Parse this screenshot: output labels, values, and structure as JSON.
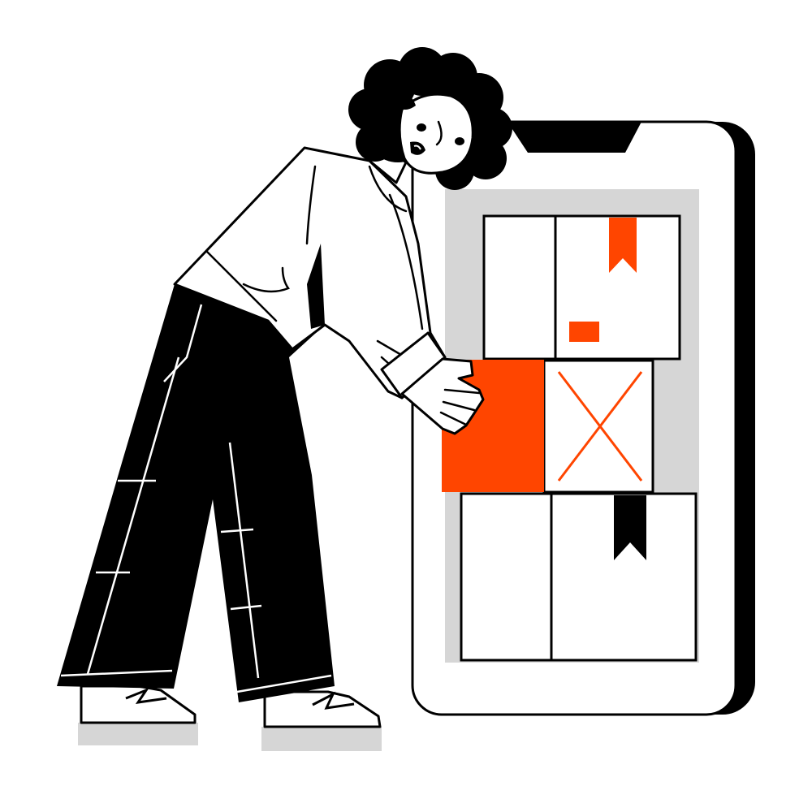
{
  "palette": {
    "ink": "#000000",
    "paper": "#ffffff",
    "accent": "#ff4500",
    "shade": "#d6d6d6"
  },
  "scene": {
    "subject": "person-with-boxes",
    "device": "smartphone",
    "icons": [
      "phone-icon",
      "package-box-icon",
      "bookmark-tag-icon",
      "person-illustration"
    ]
  }
}
